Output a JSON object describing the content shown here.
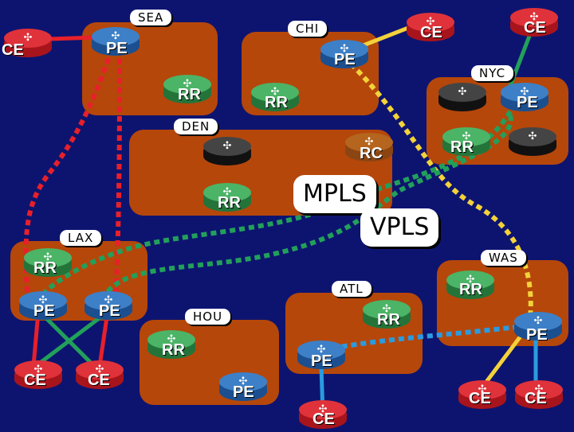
{
  "sites": {
    "sea": "SEA",
    "chi": "CHI",
    "nyc": "NYC",
    "den": "DEN",
    "lax": "LAX",
    "atl": "ATL",
    "was": "WAS",
    "hou": "HOU"
  },
  "callouts": {
    "mpls": "MPLS",
    "vpls": "VPLS"
  },
  "routers": {
    "sea_ce": "CE",
    "sea_pe": "PE",
    "sea_rr": "RR",
    "chi_pe": "PE",
    "chi_ce1": "CE",
    "chi_ce2": "CE",
    "chi_rr": "RR",
    "nyc_pe": "PE",
    "nyc_rr": "RR",
    "den_rc": "RC",
    "den_rr": "RR",
    "lax_rr": "RR",
    "lax_pe1": "PE",
    "lax_pe2": "PE",
    "lax_ce1": "CE",
    "lax_ce2": "CE",
    "hou_rr": "RR",
    "hou_pe": "PE",
    "atl_rr": "RR",
    "atl_pe": "PE",
    "atl_ce": "CE",
    "was_rr": "RR",
    "was_pe": "PE",
    "was_ce1": "CE",
    "was_ce2": "CE"
  },
  "colors": {
    "background": "#0d1470",
    "site": "#b5470b",
    "ce": "#e0323a",
    "pe": "#3d80c7",
    "rr": "#4bb466",
    "red_link": "#e8202a",
    "yellow_link": "#f3d23a",
    "green_link": "#22a05a",
    "blue_link": "#2a9be0"
  }
}
